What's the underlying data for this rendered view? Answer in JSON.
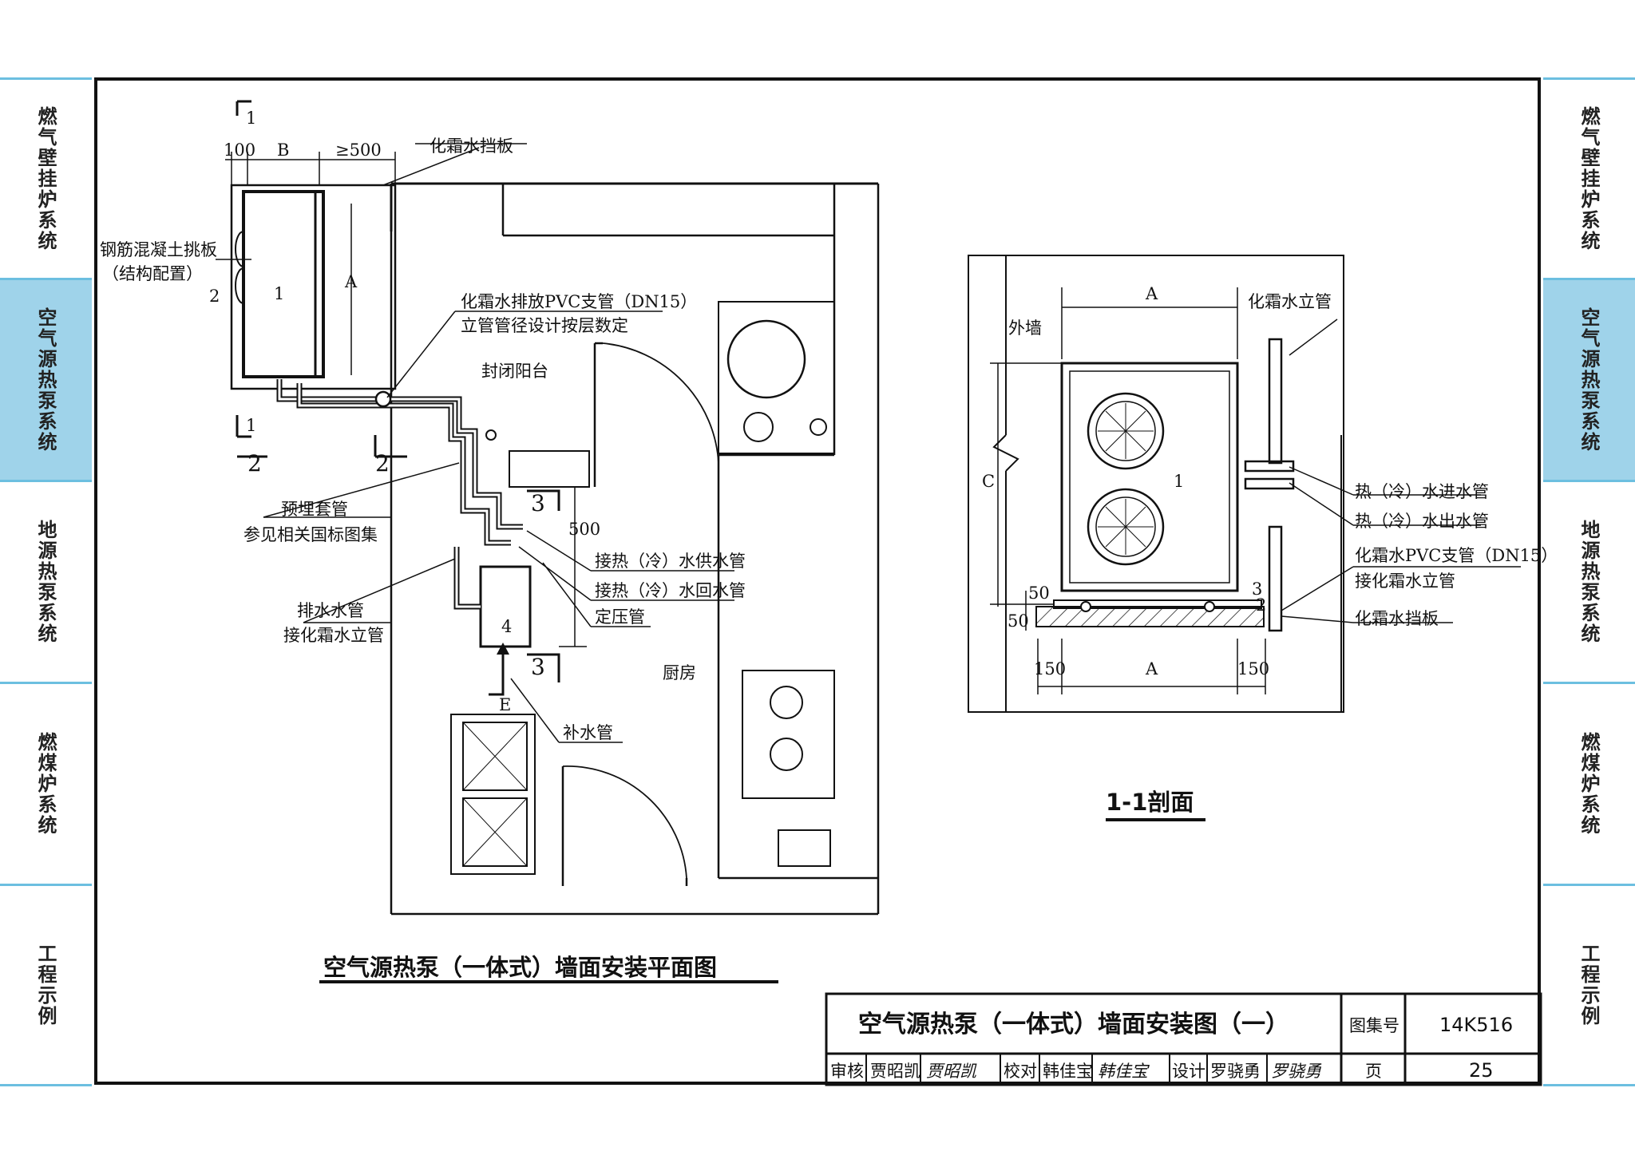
{
  "side_tabs_left": [
    {
      "label": "燃气壁挂炉系统",
      "active": false
    },
    {
      "label": "空气源热泵系统",
      "active": true
    },
    {
      "label": "地源热泵系统",
      "active": false
    },
    {
      "label": "燃煤炉系统",
      "active": false
    },
    {
      "label": "工程示例",
      "active": false
    }
  ],
  "side_tabs_right": [
    {
      "label": "燃气壁挂炉系统",
      "active": false
    },
    {
      "label": "空气源热泵系统",
      "active": true
    },
    {
      "label": "地源热泵系统",
      "active": false
    },
    {
      "label": "燃煤炉系统",
      "active": false
    },
    {
      "label": "工程示例",
      "active": false
    }
  ],
  "accent_color": "#9fd3ea",
  "plan": {
    "title": "空气源热泵（一体式）墙面安装平面图",
    "labels": {
      "dim_100": "100",
      "dim_b": "B",
      "dim_500": "≥500",
      "dim_a": "A",
      "defrost_baffle": "化霜水挡板",
      "slab_line1": "钢筋混凝土挑板",
      "slab_line2": "（结构配置）",
      "mark_1": "1",
      "mark_2": "2",
      "mark_3": "3",
      "mark_4": "4",
      "section_1": "1",
      "section_2": "2",
      "section_3": "3",
      "pvc_line1": "化霜水排放PVC支管（DN15）",
      "pvc_line2": "立管管径设计按层数定",
      "balcony": "封闭阳台",
      "sleeve_line1": "预埋套管",
      "sleeve_line2": "参见相关国标图集",
      "drain_line1": "排水水管",
      "drain_line2": "接化霜水立管",
      "supply": "接热（冷）水供水管",
      "return": "接热（冷）水回水管",
      "pressure": "定压管",
      "makeup": "补水管",
      "kitchen": "厨房",
      "dim_v500": "500",
      "dim_e": "E"
    }
  },
  "section": {
    "title": "1-1剖面",
    "labels": {
      "dim_a_top": "A",
      "dim_a_bottom": "A",
      "dim_c": "C",
      "outer_wall": "外墙",
      "riser": "化霜水立管",
      "unit": "1",
      "inlet": "热（冷）水进水管",
      "outlet": "热（冷）水出水管",
      "pvc_line1": "化霜水PVC支管（DN15）",
      "pvc_line2": "接化霜水立管",
      "baffle": "化霜水挡板",
      "dim_50a": "50",
      "dim_50b": "50",
      "dim_150a": "150",
      "dim_150b": "150",
      "mark_2": "2",
      "mark_3": "3"
    }
  },
  "title_block": {
    "drawing_title": "空气源热泵（一体式）墙面安装图（一）",
    "atlas_label": "图集号",
    "atlas_no": "14K516",
    "review_label": "审核",
    "reviewer": "贾昭凯",
    "reviewer_sign": "贾昭凯",
    "check_label": "校对",
    "checker": "韩佳宝",
    "checker_sign": "韩佳宝",
    "design_label": "设计",
    "designer": "罗骁勇",
    "designer_sign": "罗骁勇",
    "page_label": "页",
    "page_no": "25"
  }
}
